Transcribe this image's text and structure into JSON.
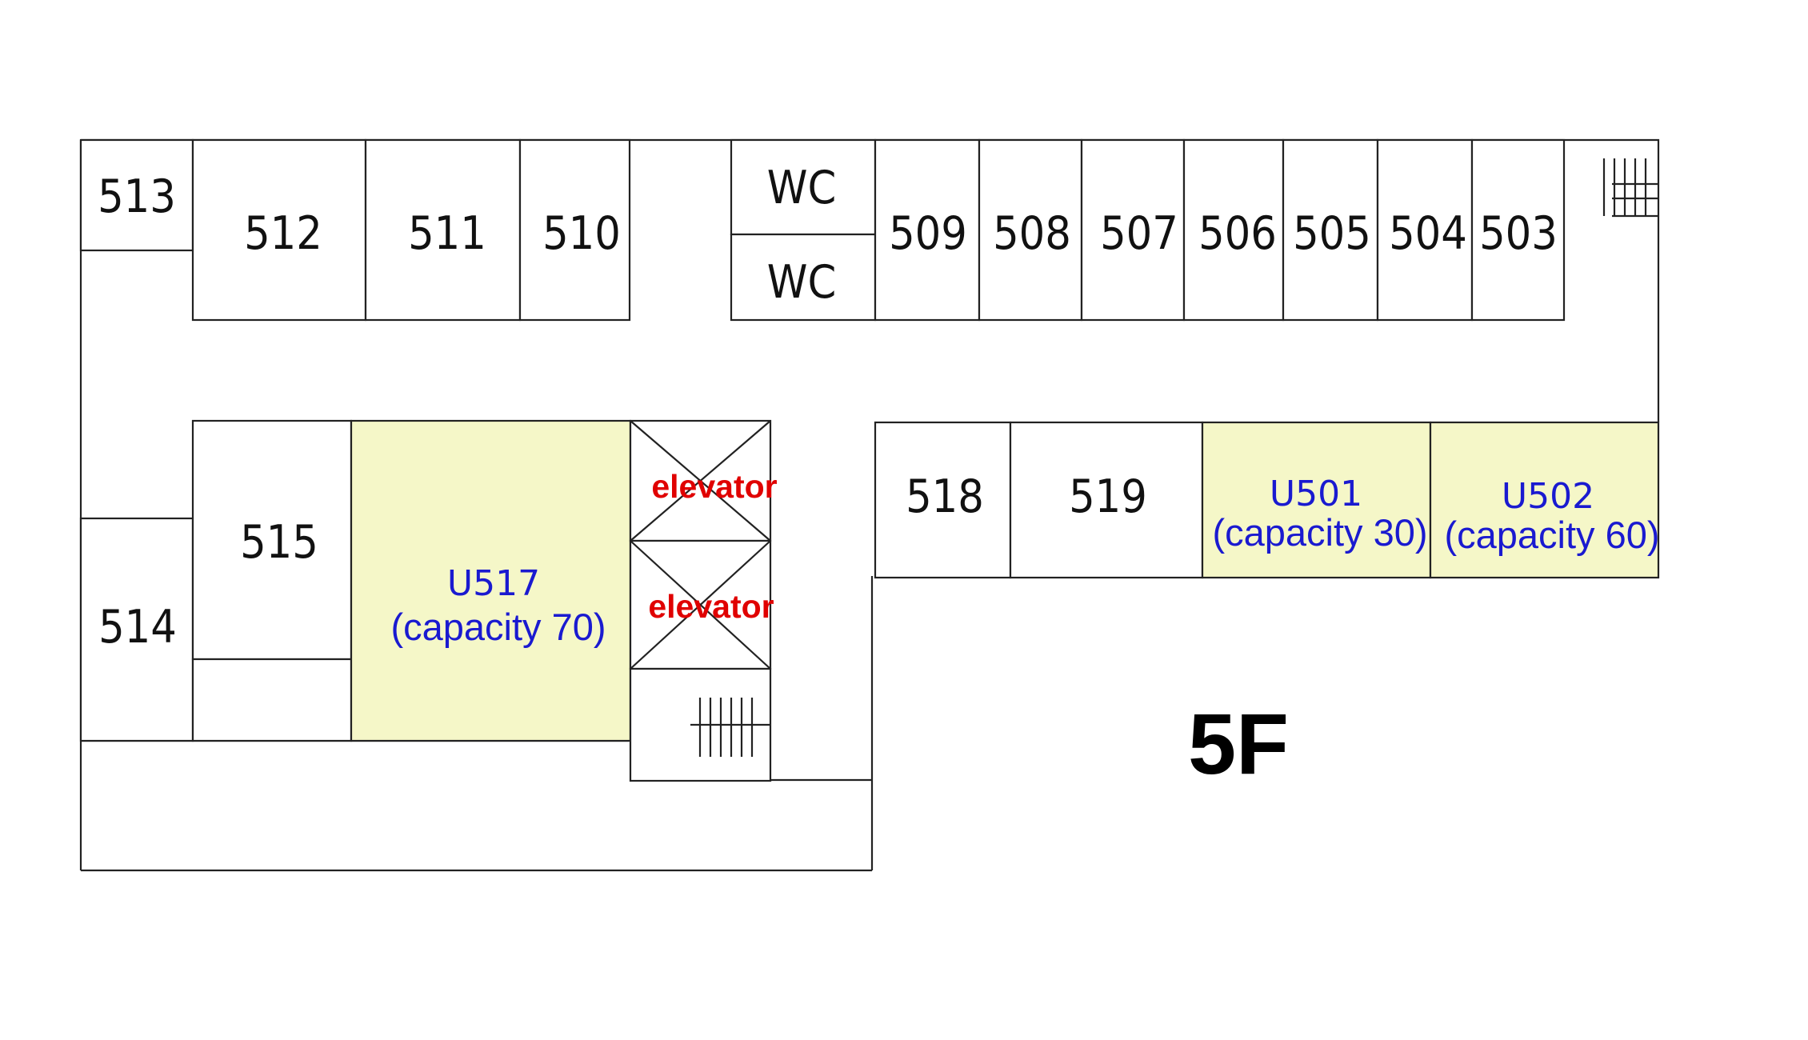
{
  "floor_label": "5F",
  "rooms": {
    "r513": "513",
    "r512": "512",
    "r511": "511",
    "r510": "510",
    "wc_top": "WC",
    "wc_bottom": "WC",
    "r509": "509",
    "r508": "508",
    "r507": "507",
    "r506": "506",
    "r505": "505",
    "r504": "504",
    "r503": "503",
    "r515": "515",
    "r514": "514",
    "r518": "518",
    "r519": "519"
  },
  "classrooms": {
    "u517": {
      "name": "U517",
      "capacity": "(capacity 70)"
    },
    "u501": {
      "name": "U501",
      "capacity": "(capacity 30)"
    },
    "u502": {
      "name": "U502",
      "capacity": "(capacity 60)"
    }
  },
  "elevators": {
    "upper": "elevator",
    "lower": "elevator"
  },
  "colors": {
    "highlight_room": "#f5f7c8",
    "capacity_text": "#1a1ad0",
    "elevator_text": "#e00000"
  }
}
